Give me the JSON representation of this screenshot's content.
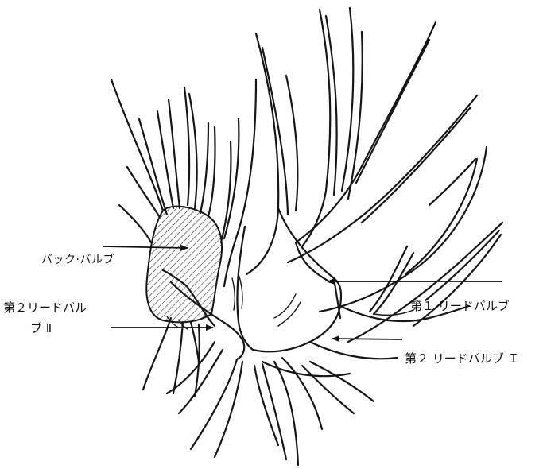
{
  "labels": {
    "back_bulb": "バック·バルブ",
    "lead_bulb_1": "第１ リードバルブ",
    "lead_bulb_2_ii_line1": "第２リードバル",
    "lead_bulb_2_ii_line2": "ブ Ⅱ",
    "lead_bulb_2_i": "第２ リードバルブ Ｉ"
  },
  "colors": {
    "ink": "#151515",
    "background": "#ffffff"
  }
}
